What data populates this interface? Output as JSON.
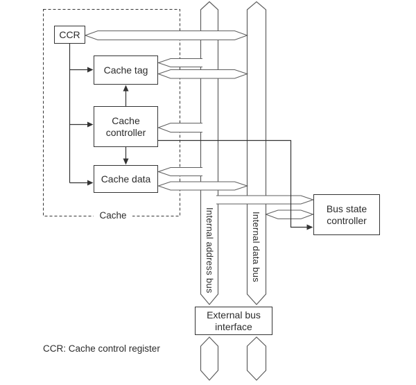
{
  "group": {
    "label": "Cache"
  },
  "blocks": {
    "ccr": {
      "label": "CCR"
    },
    "cache_tag": {
      "label": "Cache tag"
    },
    "cache_controller": {
      "label": "Cache controller"
    },
    "cache_data": {
      "label": "Cache data"
    },
    "bus_state_controller": {
      "label": "Bus state controller"
    },
    "external_bus_interface": {
      "label": "External bus interface"
    }
  },
  "buses": {
    "internal_address_bus": {
      "label": "Internal address bus"
    },
    "internal_data_bus": {
      "label": "Internal data bus"
    }
  },
  "caption": "CCR: Cache control register",
  "colors": {
    "line": "#333333",
    "bus_outline": "#5e5e5e",
    "background": "#ffffff",
    "text": "#2b2b2b"
  },
  "connections": [
    {
      "from": "CCR",
      "to": "Internal data bus",
      "style": "wide-arrow",
      "direction": "bidirectional"
    },
    {
      "from": "Internal address bus",
      "to": "Cache tag",
      "style": "wide-arrow",
      "direction": "into-block"
    },
    {
      "from": "Cache tag",
      "to": "Internal data bus",
      "style": "wide-arrow",
      "direction": "bidirectional"
    },
    {
      "from": "Internal address bus",
      "to": "Cache controller",
      "style": "wide-arrow",
      "direction": "into-block"
    },
    {
      "from": "Internal address bus",
      "to": "Cache data",
      "style": "wide-arrow",
      "direction": "into-block"
    },
    {
      "from": "Cache data",
      "to": "Internal data bus",
      "style": "wide-arrow",
      "direction": "bidirectional"
    },
    {
      "from": "Internal address bus",
      "to": "Bus state controller",
      "style": "wide-arrow",
      "direction": "into-block"
    },
    {
      "from": "Internal data bus",
      "to": "Bus state controller",
      "style": "wide-arrow",
      "direction": "bidirectional"
    },
    {
      "from": "CCR",
      "to": "Cache tag, Cache controller, Cache data",
      "style": "control-line",
      "direction": "into-blocks"
    },
    {
      "from": "Cache controller",
      "to": "Cache tag",
      "style": "control-line",
      "direction": "up"
    },
    {
      "from": "Cache controller",
      "to": "Cache data",
      "style": "control-line",
      "direction": "down"
    },
    {
      "from": "Cache controller",
      "to": "Bus state controller",
      "style": "control-line",
      "direction": "into-block"
    },
    {
      "from": "Internal address bus",
      "to": "External bus interface",
      "style": "bus-end",
      "direction": "down"
    },
    {
      "from": "Internal data bus",
      "to": "External bus interface",
      "style": "bus-end",
      "direction": "down"
    }
  ]
}
